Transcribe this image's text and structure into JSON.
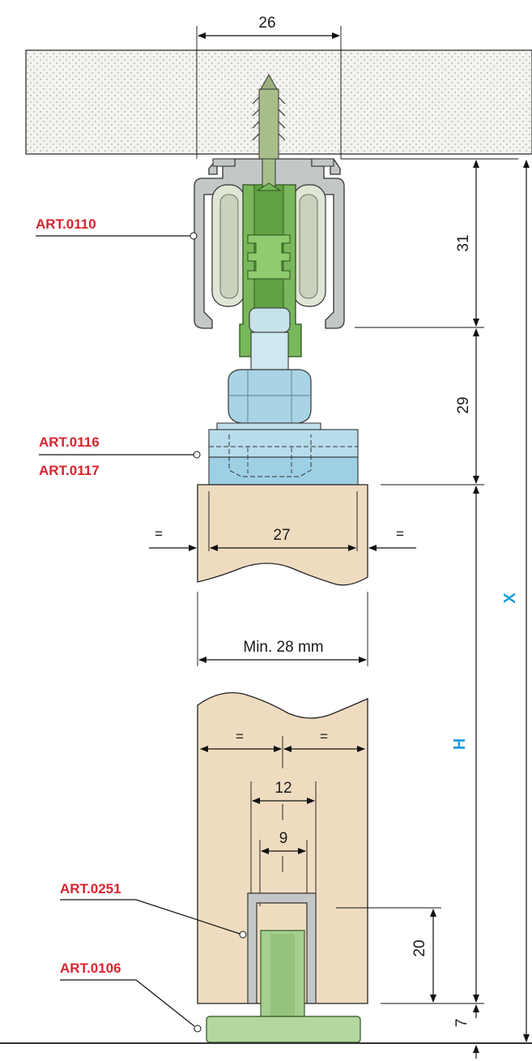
{
  "dimensions": {
    "rail_width": "26",
    "rail_height": "31",
    "hanger_height": "29",
    "panel_bottom_gap": "7",
    "top_fitting_width": "27",
    "panel_min_thickness": "Min. 28 mm",
    "groove_outer": "12",
    "groove_inner": "9",
    "groove_depth": "20",
    "equal_sign": "="
  },
  "variables": {
    "total_height": "X",
    "panel_height": "H"
  },
  "parts": {
    "track": "ART.0110",
    "plate_a": "ART.0116",
    "plate_b": "ART.0117",
    "channel": "ART.0251",
    "floor_guide": "ART.0106"
  },
  "colors": {
    "wood": "#efdcc0",
    "rail": "#b8bcbc",
    "green_part": "#6fb24e",
    "blue_part": "#a9d4e6",
    "ceiling_dots": "#f2f2ef",
    "red_label": "#d9232e",
    "blue_label": "#1e9fd8"
  }
}
